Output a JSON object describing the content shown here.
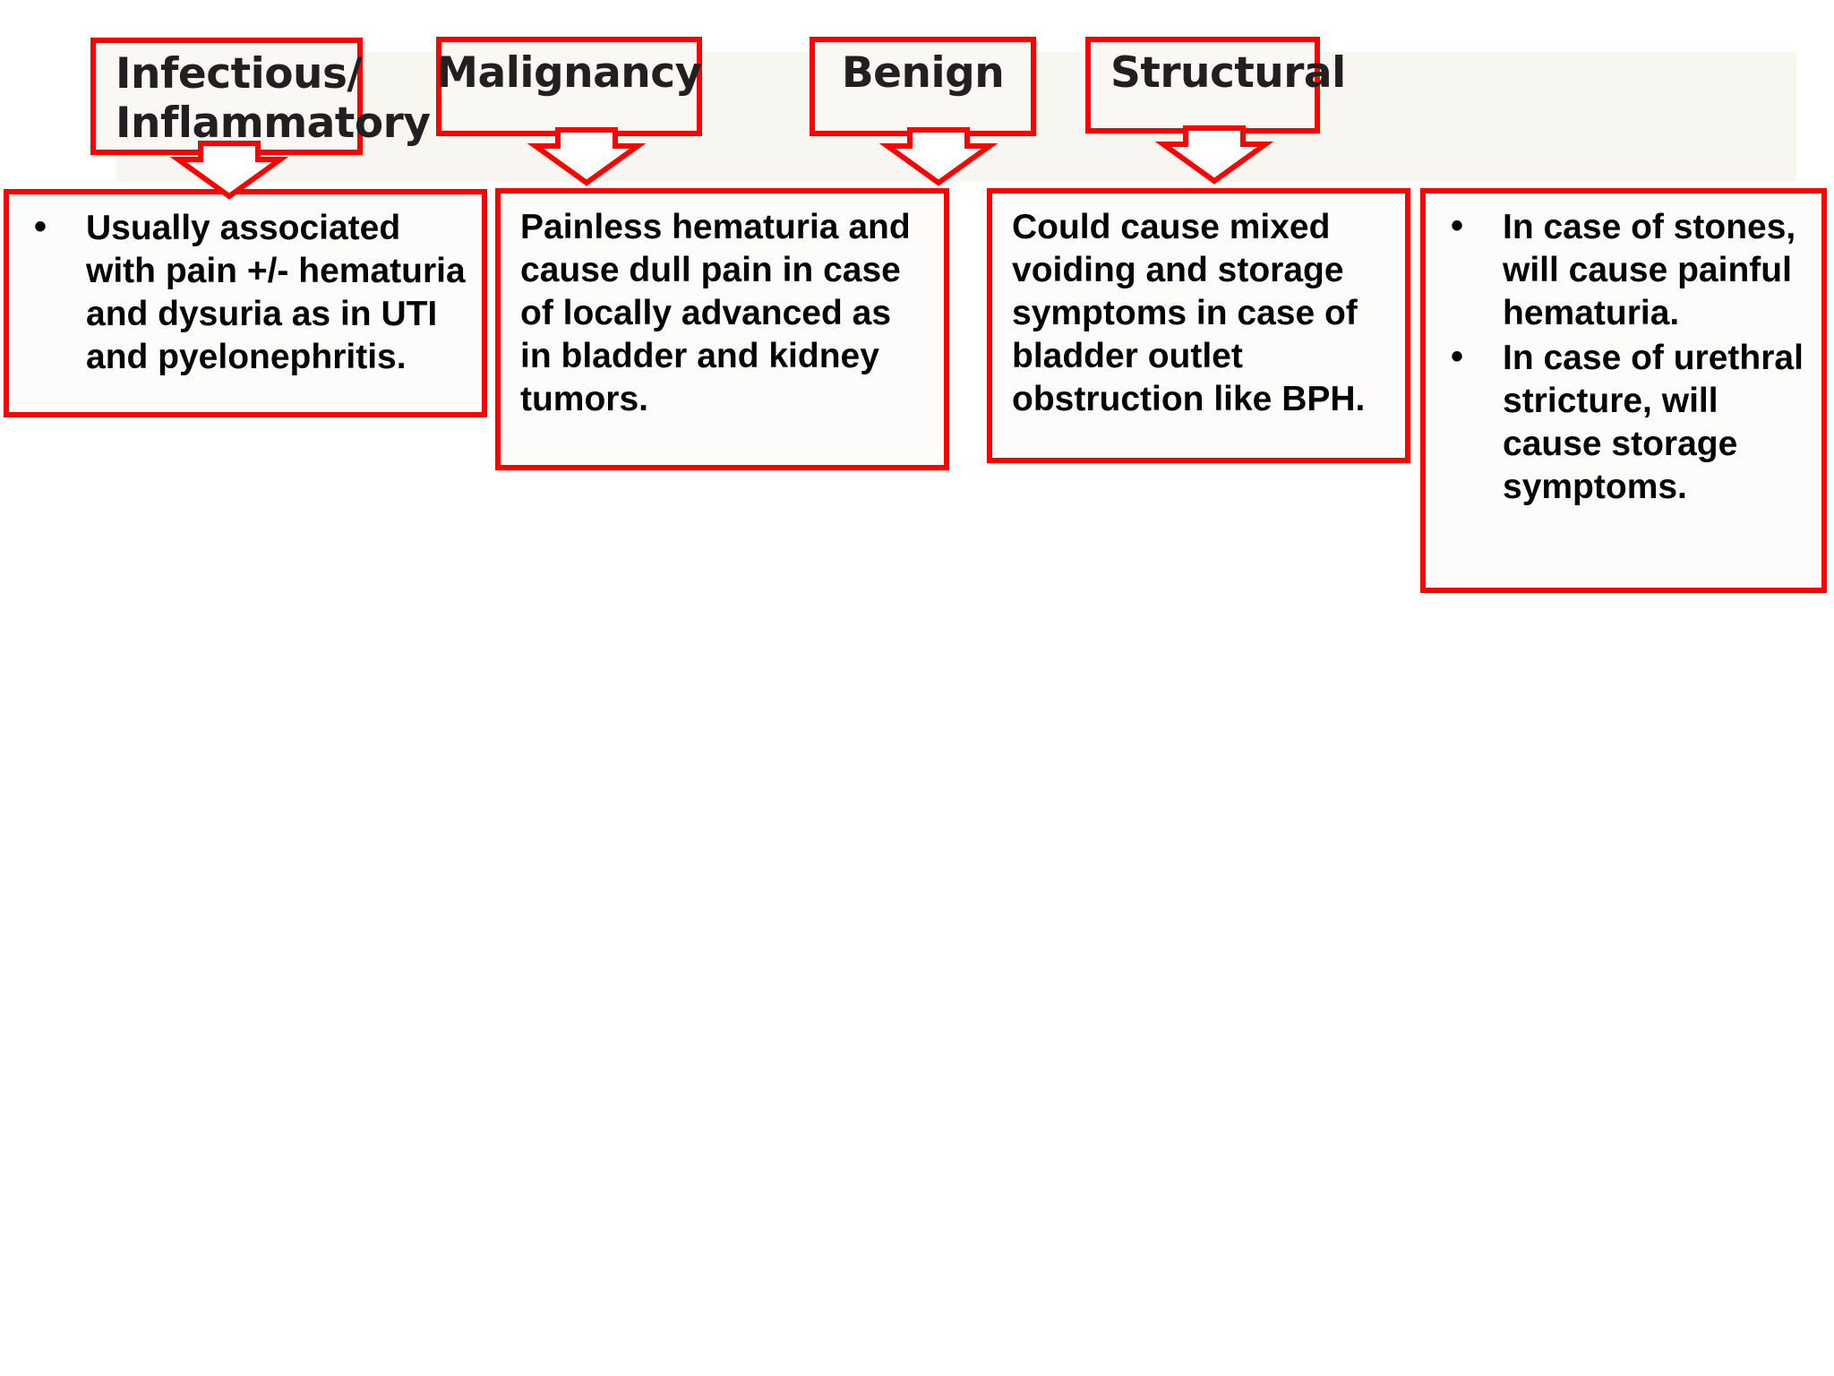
{
  "slide": {
    "title": "Hematuria differential diagnosis categories",
    "accent_color": "#ff0000",
    "box_fill": "#faf8f5",
    "band_color": "#f7f6f1",
    "text_color": "#050505"
  },
  "categories": [
    {
      "id": "infectious",
      "label": "Infectious/\nInflammatory",
      "arrow": "down-arrow-icon"
    },
    {
      "id": "malignancy",
      "label": "Malignancy",
      "arrow": "down-arrow-icon"
    },
    {
      "id": "benign",
      "label": "Benign",
      "arrow": "down-arrow-icon"
    },
    {
      "id": "structural",
      "label": "Structural",
      "arrow": "down-arrow-icon"
    }
  ],
  "details": {
    "infectious": {
      "style": "bulleted",
      "items": [
        "Usually associated with pain +/- hematuria and dysuria as in UTI and pyelonephritis."
      ]
    },
    "malignancy": {
      "style": "paragraph",
      "items": [
        "Painless hematuria and cause dull pain in case of locally advanced as in bladder and kidney tumors."
      ]
    },
    "benign": {
      "style": "paragraph",
      "items": [
        "Could cause mixed voiding and storage symptoms in case of bladder outlet obstruction like BPH."
      ]
    },
    "structural": {
      "style": "bulleted",
      "items": [
        "In case of stones, will cause painful hematuria.",
        "In case of urethral stricture, will cause storage symptoms."
      ]
    }
  }
}
